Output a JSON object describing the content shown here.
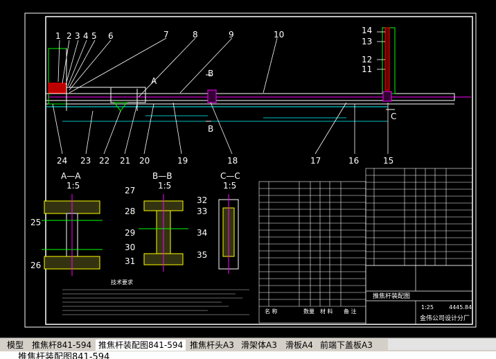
{
  "title_block": {
    "drawing_title": "推焦杆装配图",
    "scale": "1:25",
    "drawing_no": "4445.84",
    "company": "金伟公司设计分厂",
    "name_col": "名 称",
    "qty_col": "数量",
    "material_col": "材 料",
    "remarks_col": "备 注"
  },
  "callouts": [
    "1",
    "2",
    "3",
    "4",
    "5",
    "6",
    "7",
    "8",
    "9",
    "10",
    "11",
    "12",
    "13",
    "14",
    "15",
    "16",
    "17",
    "18",
    "19",
    "20",
    "21",
    "22",
    "23",
    "24",
    "25",
    "26",
    "27",
    "28",
    "29",
    "30",
    "31",
    "32",
    "33",
    "34",
    "35"
  ],
  "section_marks": {
    "a": "A",
    "b": "B",
    "c": "C"
  },
  "views": {
    "aa": {
      "title": "A—A",
      "scale": "1:5"
    },
    "bb": {
      "title": "B—B",
      "scale": "1:5"
    },
    "cc": {
      "title": "C—C",
      "scale": "1:5"
    }
  },
  "notes_title": "技术要求",
  "tabs": [
    {
      "label": "模型"
    },
    {
      "label": "推焦杆841-594"
    },
    {
      "label": "推焦杆装配图841-594"
    },
    {
      "label": "推焦杆头A3"
    },
    {
      "label": "滑架体A3"
    },
    {
      "label": "滑板A4"
    },
    {
      "label": "前端下盖板A3"
    }
  ],
  "command_text": "推焦杆装配图841-594"
}
